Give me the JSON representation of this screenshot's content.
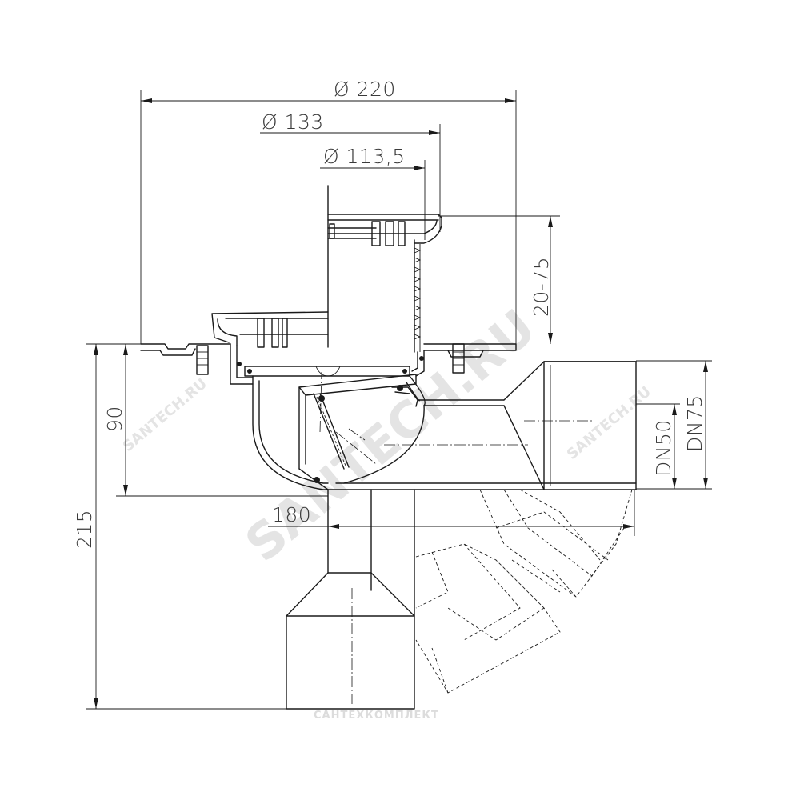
{
  "dimensions": {
    "dia_220": "Ø 220",
    "dia_133": "Ø 133",
    "dia_113_5": "Ø 113,5",
    "height_adj": "20-75",
    "h_90": "90",
    "h_215": "215",
    "w_180": "180",
    "dn50": "DN50",
    "dn75": "DN75"
  },
  "watermark": {
    "main": "SANTECH.RU",
    "brand": "САНТЕХКОМПЛЕКТ"
  }
}
